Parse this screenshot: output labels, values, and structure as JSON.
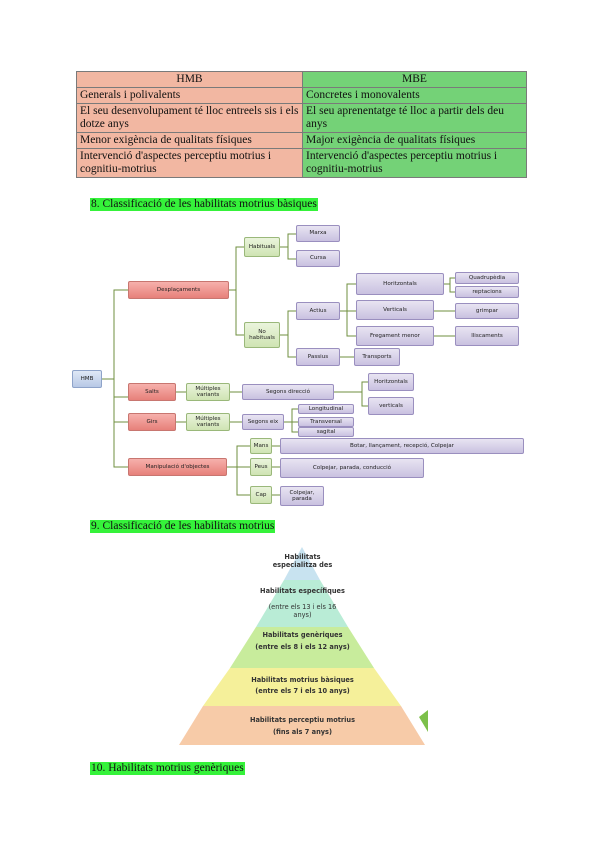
{
  "table": {
    "headers": [
      "HMB",
      "MBE"
    ],
    "rows": [
      [
        "Generals i polivalents",
        "Concretes i monovalents"
      ],
      [
        "El seu desenvolupament té lloc entreels sis i els dotze anys",
        "El seu aprenentatge té lloc a partir dels deu anys"
      ],
      [
        "Menor exigència de qualitats físiques",
        "Major exigència de qualitats físiques"
      ],
      [
        "Intervenció d'aspectes perceptiu motrius i cognitiu-motrius",
        "Intervenció d'aspectes perceptiu motrius i cognitiu-motrius"
      ]
    ]
  },
  "headings": {
    "h8": "8.   Classificació de les habilitats motrius bàsiques",
    "h9": "9.   Classificació de les habilitats motrius",
    "h10": "10. Habilitats motrius genèriques"
  },
  "diagram": {
    "root": "HMB",
    "desplacaments": "Desplaçaments",
    "habituals": "Habituals",
    "marxa": "Marxa",
    "cursa": "Cursa",
    "no_habituals": "No habituals",
    "actius": "Actius",
    "passius": "Passius",
    "horitzontals": "Horitzontals",
    "quadrupedia": "Quadrupèdia",
    "reptacions": "reptacions",
    "verticals": "Verticals",
    "grimpar": "grimpar",
    "fregament": "Fregament menor",
    "lliscaments": "lliscaments",
    "transports": "Transports",
    "salts": "Salts",
    "salts_mult": "Múltiples variants",
    "segons_direccio": "Segons direcció",
    "salts_horitzontals": "Horitzontals",
    "salts_verticals": "verticals",
    "girs": "Girs",
    "girs_mult": "Múltiples variants",
    "segons_eix": "Segons eix",
    "longitudinal": "Longitudinal",
    "transversal": "Transversal",
    "sagital": "sagital",
    "manipulacio": "Manipulació d'objectes",
    "mans": "Mans",
    "mans_desc": "Botar, llançament, recepció, Colpejar",
    "peus": "Peus",
    "peus_desc": "Colpejar, parada, conducció",
    "cap": "Cap",
    "cap_desc": "Colpejar, parada"
  },
  "pyramid": {
    "level1": "Habilitats especialitza des",
    "level2_a": "Habilitats específiques",
    "level2_b": "(entre els 13 i els 16 anys)",
    "level3_a": "Habilitats genèriques",
    "level3_b": "(entre els 8 i els 12 anys)",
    "level4_a": "Habilitats motrius bàsiques",
    "level4_b": "(entre els 7 i els 10 anys)",
    "level5_a": "Habilitats perceptiu motrius",
    "level5_b": "(fins als 7 anys)"
  },
  "colors": {
    "table_left": "#f2b7a2",
    "table_right": "#74d277",
    "highlight": "#35f23a",
    "pyramid": [
      "#c8e3f0",
      "#b9ecd6",
      "#c8ec9c",
      "#f5f09a",
      "#f7cba8"
    ]
  }
}
